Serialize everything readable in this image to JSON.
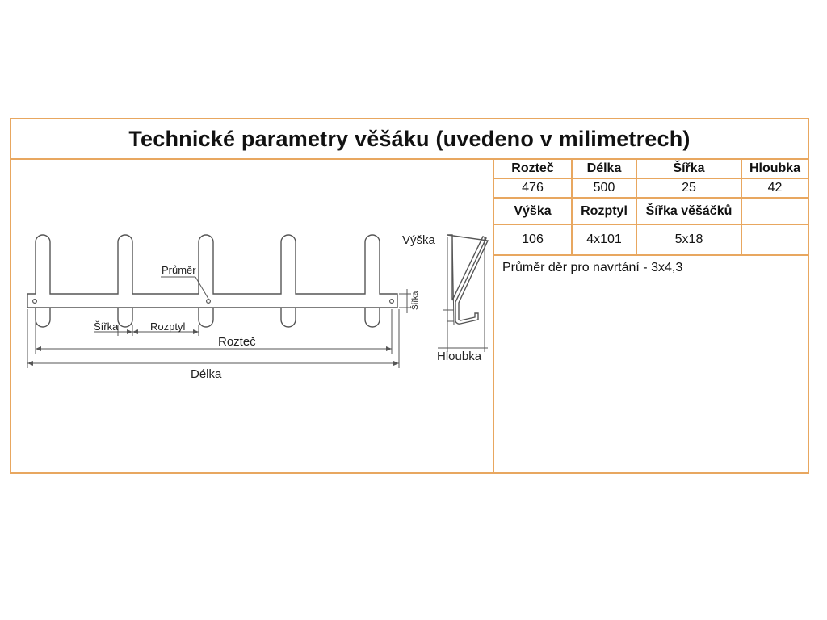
{
  "title": "Technické parametry věšáku (uvedeno v milimetrech)",
  "table": {
    "headers1": [
      "Rozteč",
      "Délka",
      "Šířka",
      "Hloubka"
    ],
    "values1": [
      "476",
      "500",
      "25",
      "42"
    ],
    "headers2": [
      "Výška",
      "Rozptyl",
      "Šířka věšáčků",
      ""
    ],
    "values2": [
      "106",
      "4x101",
      "5x18",
      ""
    ]
  },
  "note": "Průměr děr pro navrtání - 3x4,3",
  "drawing": {
    "label_prumer": "Průměr",
    "label_sirka": "Šířka",
    "label_rozptyl": "Rozptyl",
    "label_roztec": "Rozteč",
    "label_delka": "Délka",
    "label_sirka_side": "Šířka",
    "label_vyska": "Výška",
    "label_hloubka": "Hloubka"
  },
  "colors": {
    "border": "#e8a760",
    "line": "#555555"
  }
}
